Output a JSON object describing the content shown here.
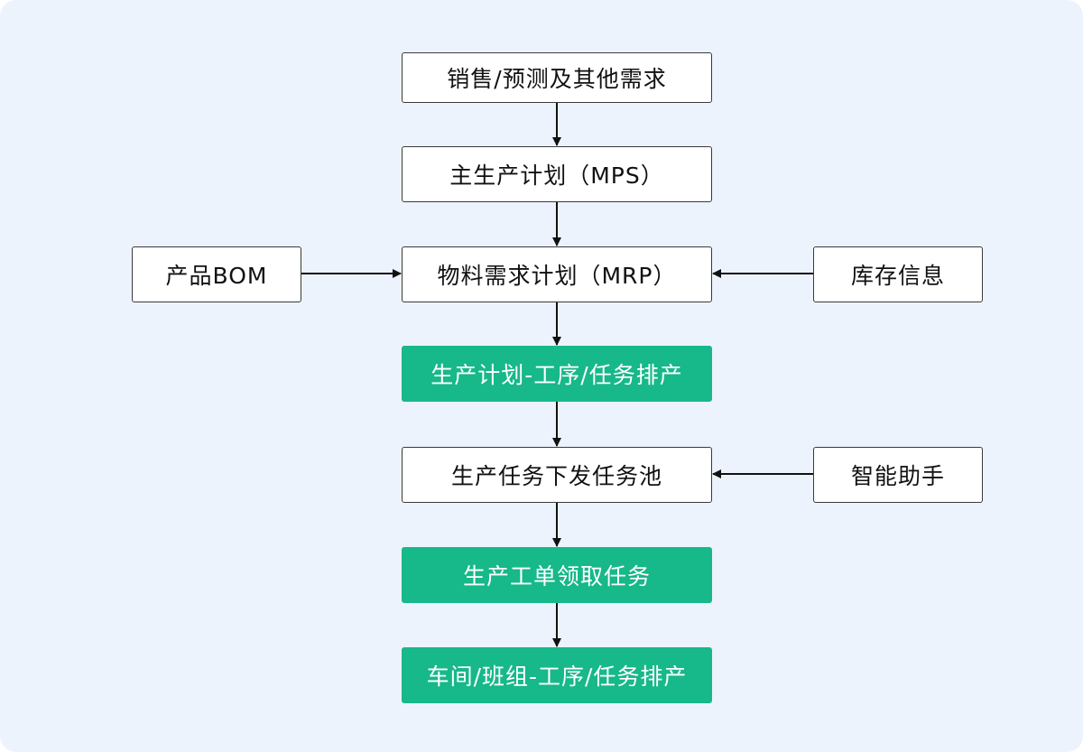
{
  "colors": {
    "background": "#ecf3fc",
    "node_fill": "#ffffff",
    "node_border": "#3a3a3a",
    "accent_fill": "#17b88a",
    "accent_text": "#ffffff",
    "arrow": "#111111"
  },
  "nodes": {
    "sales_forecast": "销售/预测及其他需求",
    "mps": "主生产计划（MPS）",
    "mrp": "物料需求计划（MRP）",
    "product_bom": "产品BOM",
    "inventory_info": "库存信息",
    "production_plan": "生产计划-工序/任务排产",
    "task_pool": "生产任务下发任务池",
    "smart_assistant": "智能助手",
    "work_order": "生产工单领取任务",
    "workshop_schedule": "车间/班组-工序/任务排产"
  }
}
